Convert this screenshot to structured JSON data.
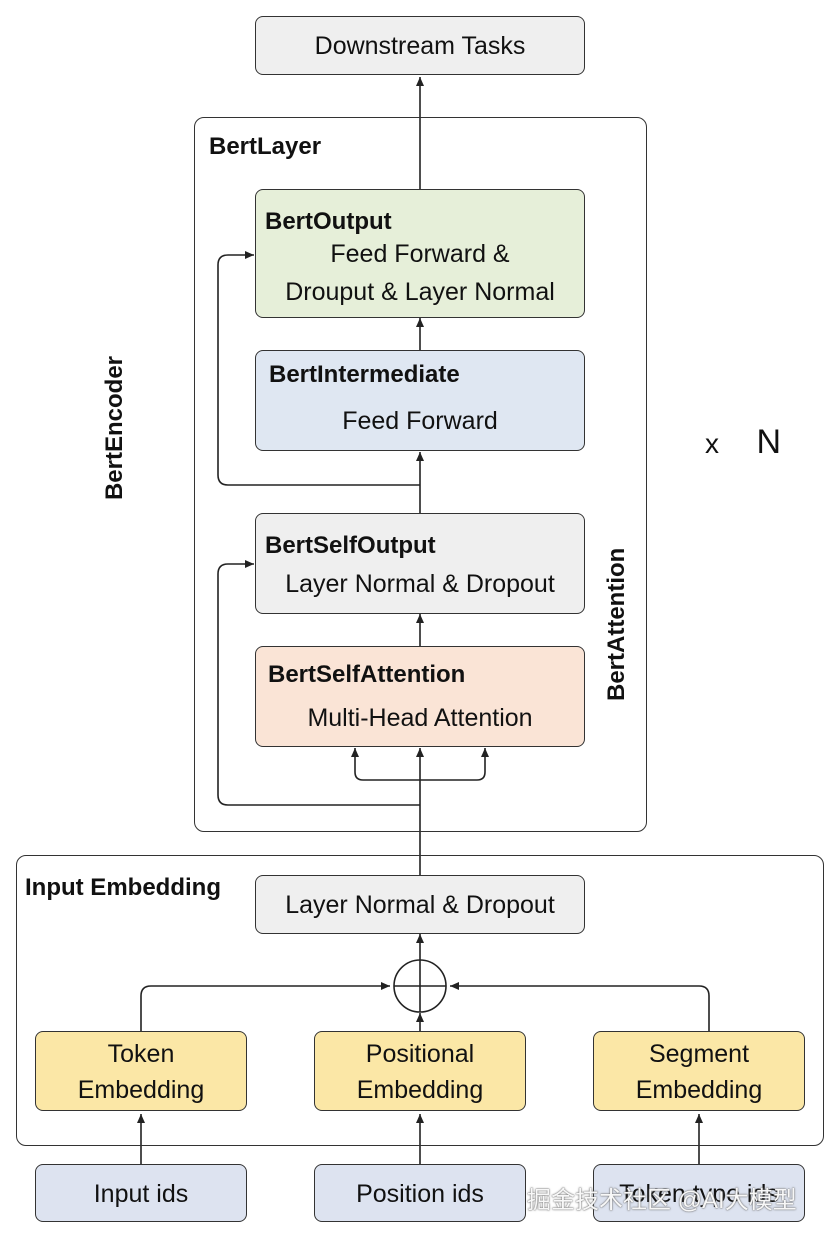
{
  "downstream": "Downstream Tasks",
  "bert_layer_title": "BertLayer",
  "bert_encoder_title": "BertEncoder",
  "bert_attention_title": "BertAttention",
  "repeat": {
    "x": "x",
    "n": "N"
  },
  "bert_output": {
    "title": "BertOutput",
    "line1": "Feed Forward &",
    "line2": "Drouput & Layer Normal"
  },
  "bert_intermediate": {
    "title": "BertIntermediate",
    "line1": "Feed Forward"
  },
  "bert_self_output": {
    "title": "BertSelfOutput",
    "line1": "Layer Normal & Dropout"
  },
  "bert_self_attention": {
    "title": "BertSelfAttention",
    "line1": "Multi-Head Attention"
  },
  "input_embedding": {
    "title": "Input Embedding",
    "norm": "Layer Normal & Dropout",
    "token": {
      "line1": "Token",
      "line2": "Embedding"
    },
    "positional": {
      "line1": "Positional",
      "line2": "Embedding"
    },
    "segment": {
      "line1": "Segment",
      "line2": "Embedding"
    }
  },
  "inputs": {
    "input_ids": "Input ids",
    "position_ids": "Position ids",
    "token_type_ids": "Token type ids"
  },
  "watermark": "掘金技术社区 @AI大模型",
  "colors": {
    "gray": "#efefef",
    "green": "#e6efd9",
    "blue": "#dfe7f2",
    "peach": "#fae4d6",
    "yellow": "#fbe7a6",
    "input": "#dde3f0"
  }
}
